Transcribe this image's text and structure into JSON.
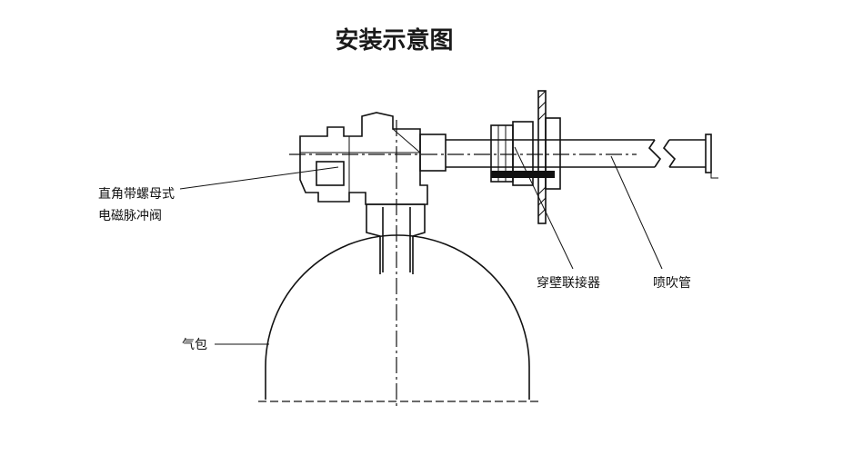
{
  "title": "安装示意图",
  "labels": {
    "valve_line1": "直角带螺母式",
    "valve_line2": "电磁脉冲阀",
    "connector": "穿壁联接器",
    "pipe": "喷吹管",
    "drum": "气包"
  }
}
